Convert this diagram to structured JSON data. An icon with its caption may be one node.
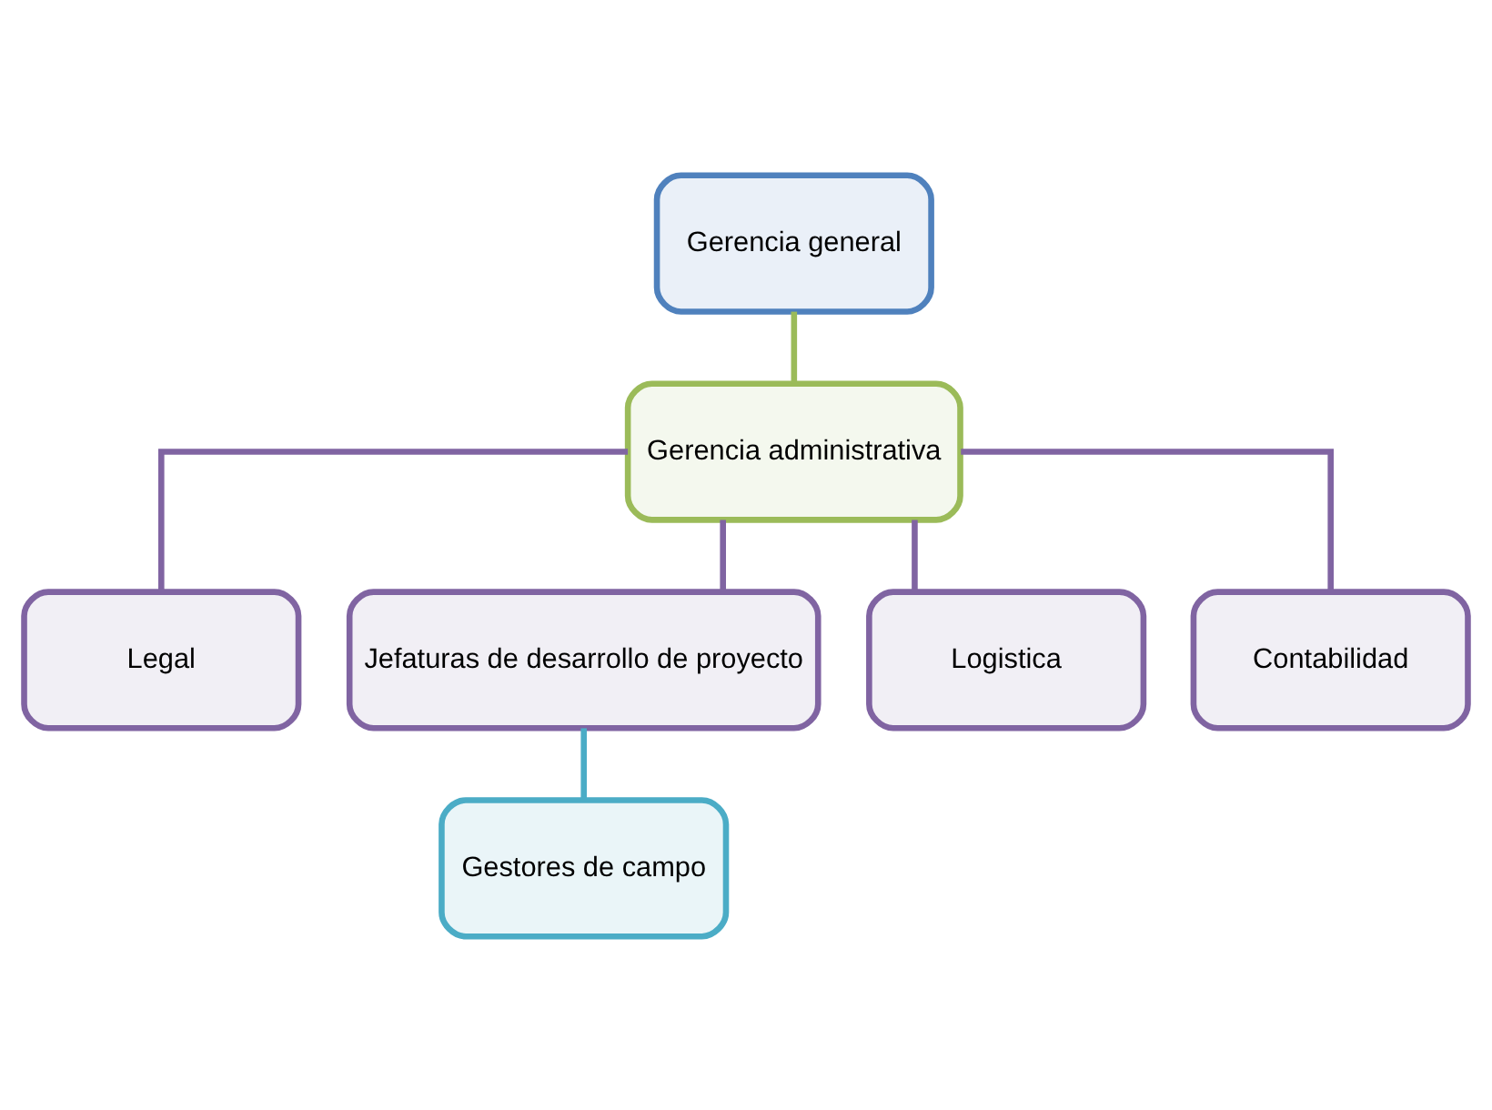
{
  "diagram": {
    "nodes": [
      {
        "text": [
          "Gerencia general"
        ]
      },
      {
        "text": [
          "Gerencia administrativa"
        ]
      },
      {
        "text": [
          "Legal"
        ]
      },
      {
        "text": [
          "Jefaturas de desarrollo de proyecto"
        ]
      },
      {
        "text": [
          "Logistica"
        ]
      },
      {
        "text": [
          "Contabilidad"
        ]
      },
      {
        "text": [
          "Gestores de campo"
        ]
      }
    ],
    "edges": [
      {
        "from": 0,
        "to": 1,
        "arrow": "none",
        "color": "#9bbb59"
      },
      {
        "from": 1,
        "to": 2,
        "arrow": "none"
      },
      {
        "from": 1,
        "to": 3,
        "arrow": "none"
      },
      {
        "from": 1,
        "to": 4,
        "arrow": "none"
      },
      {
        "from": 1,
        "to": 5,
        "arrow": "none"
      },
      {
        "from": 3,
        "to": 6,
        "arrow": "none",
        "color": "#4bacc6"
      }
    ]
  }
}
